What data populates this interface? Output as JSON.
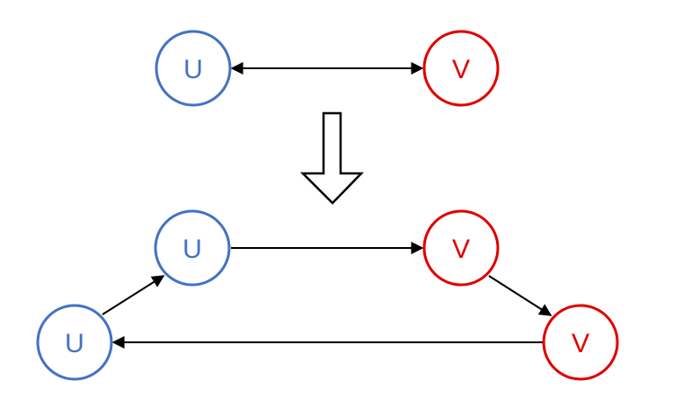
{
  "colors": {
    "u": "#4472c4",
    "v": "#e00000",
    "edge": "#000000",
    "arrow_outline": "#000000"
  },
  "top": {
    "u_label": "U",
    "v_label": "V"
  },
  "bottom": {
    "u_left_label": "U",
    "u_top_label": "U",
    "v_top_label": "V",
    "v_right_label": "V"
  }
}
